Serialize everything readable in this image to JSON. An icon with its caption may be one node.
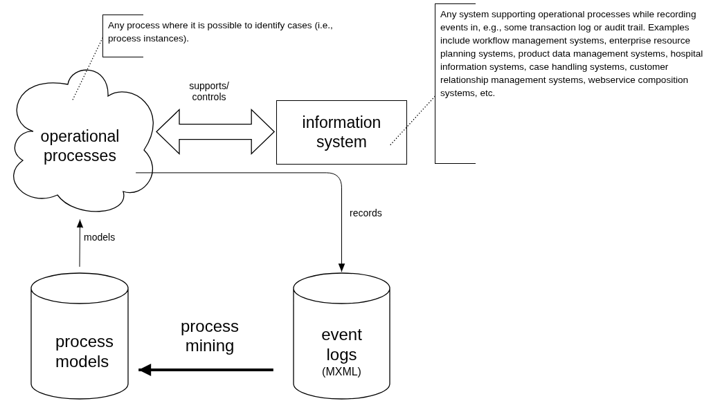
{
  "diagram": {
    "nodes": [
      {
        "text": [
          "operational processes"
        ]
      },
      {
        "text": [
          "information system"
        ]
      },
      {
        "text": [
          "Any process where it is possible to identify cases (i.e., process instances)."
        ]
      },
      {
        "text": [
          "Any system supporting operational processes while recording events in, e.g., some transaction log or audit trail. Examples include workflow management systems, enterprise resource planning systems, product data management systems, hospital information systems, case handling systems, customer relationship management systems, webservice composition systems, etc."
        ]
      },
      {
        "text": [
          "process models"
        ]
      },
      {
        "text": [
          "event logs",
          "(MXML)"
        ]
      }
    ],
    "edges": [
      {
        "from": 0,
        "to": 1,
        "arrow": "both",
        "label": "supports/ controls"
      },
      {
        "from": 2,
        "to": 0,
        "arrow": "none",
        "style": "dashed"
      },
      {
        "from": 3,
        "to": 1,
        "arrow": "none",
        "style": "dashed"
      },
      {
        "from": 0,
        "to": 5,
        "arrow": "to",
        "label": "records"
      },
      {
        "from": 4,
        "to": 0,
        "arrow": "to",
        "label": "models"
      },
      {
        "from": 5,
        "to": 4,
        "arrow": "to",
        "label": "process mining",
        "style": "thick"
      }
    ]
  }
}
